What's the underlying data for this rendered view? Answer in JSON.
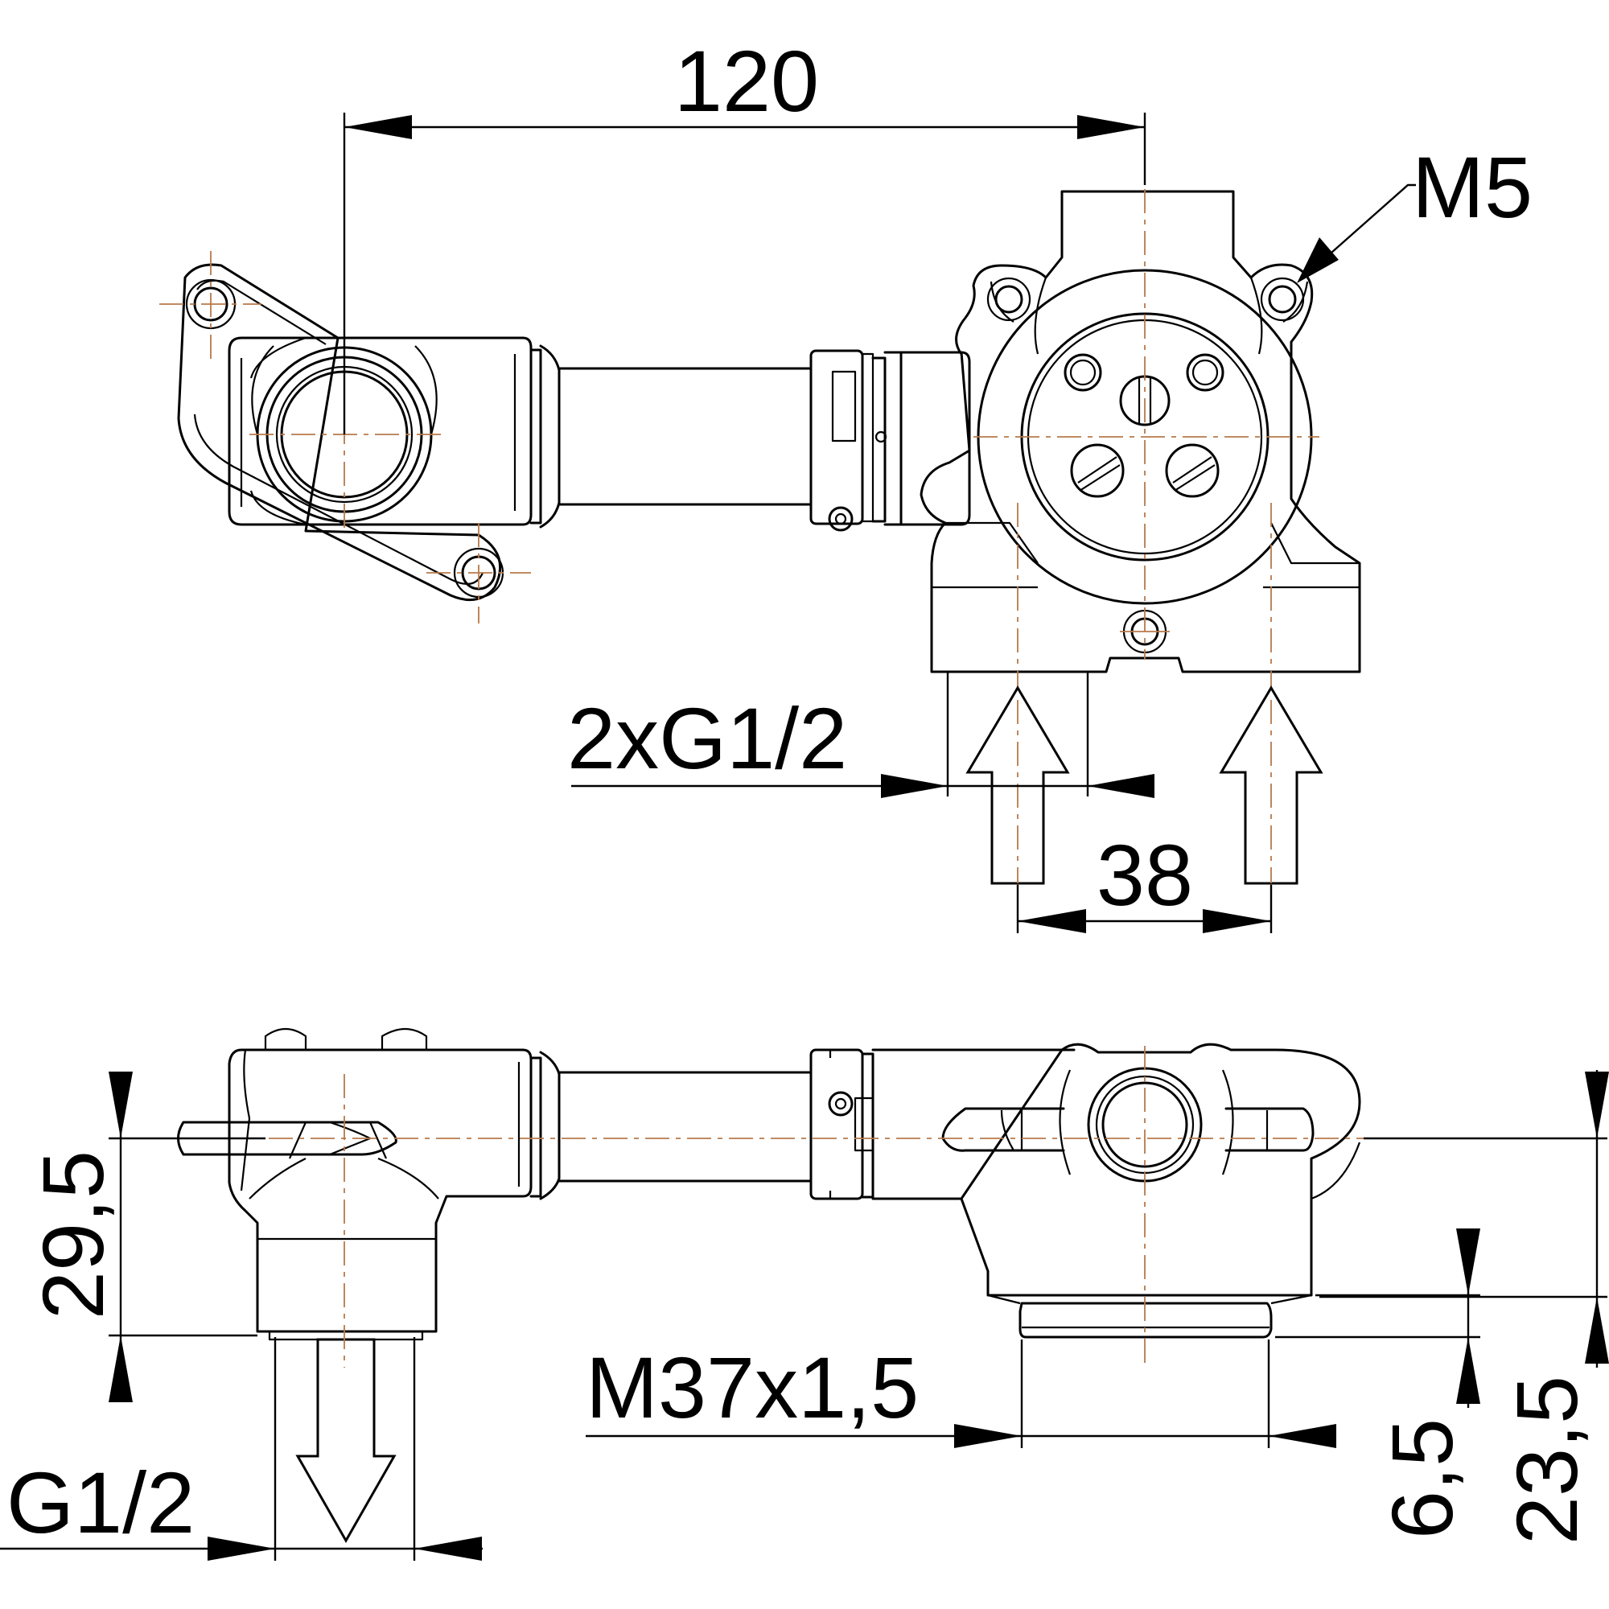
{
  "dimensions": {
    "d120": "120",
    "m5": "M5",
    "inlet_thread": "2xG1/2",
    "d38": "38",
    "d29_5": "29,5",
    "m37": "M37x1,5",
    "g12": "G1/2",
    "d6_5": "6,5",
    "d23_5": "23,5"
  },
  "colors": {
    "outline": "#000000",
    "centerline": "#b8794a"
  }
}
